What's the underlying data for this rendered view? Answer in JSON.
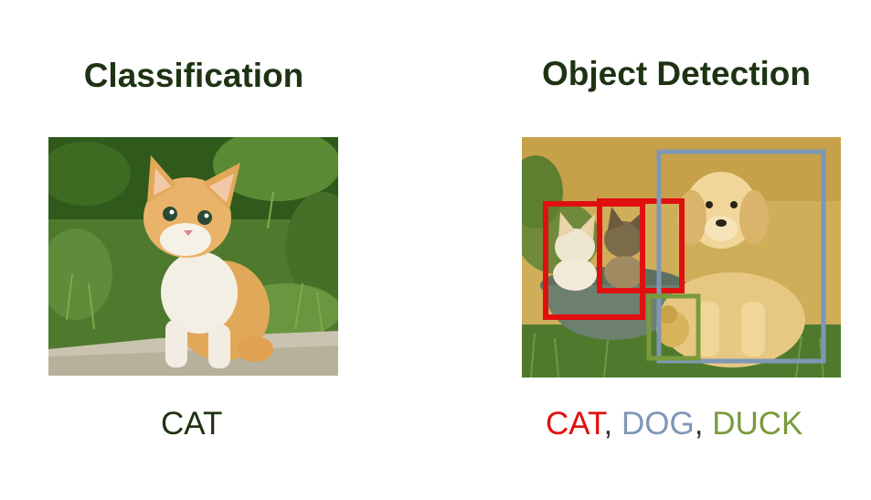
{
  "classification": {
    "title": "Classification",
    "label": "CAT"
  },
  "detection": {
    "title": "Object Detection",
    "labels": [
      {
        "text": "CAT",
        "color": "#e01010"
      },
      {
        "text": "DOG",
        "color": "#7f97b6"
      },
      {
        "text": "DUCK",
        "color": "#7a9a3c"
      }
    ],
    "separator": ","
  },
  "colors": {
    "title_text": "#1e3314",
    "cat_box": "#e01010",
    "dog_box": "#7f97b6",
    "duck_box": "#7a9a3c"
  }
}
